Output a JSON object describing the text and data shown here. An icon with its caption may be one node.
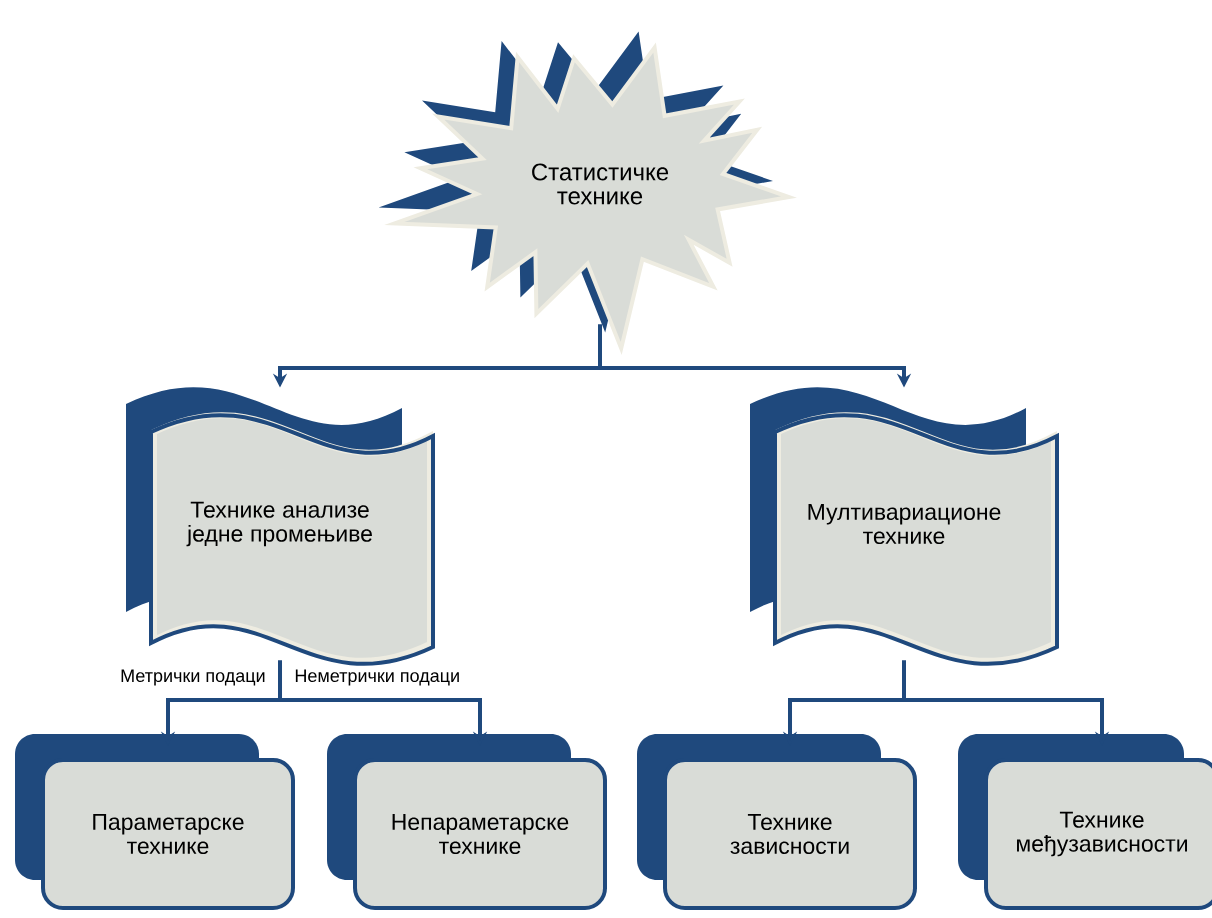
{
  "diagram": {
    "nodes": [
      {
        "text": [
          "Статистичке технике"
        ]
      },
      {
        "text": [
          "Технике анализе једне промењиве"
        ]
      },
      {
        "text": [
          "Мултивариационе технике"
        ]
      },
      {
        "text": [
          "Параметарске технике"
        ]
      },
      {
        "text": [
          "Непараметарске технике"
        ]
      },
      {
        "text": [
          "Технике зависности"
        ]
      },
      {
        "text": [
          "Технике међузависности"
        ]
      }
    ],
    "edges": [
      {
        "from": 0,
        "to": 1,
        "arrow": "to"
      },
      {
        "from": 0,
        "to": 2,
        "arrow": "to"
      },
      {
        "from": 1,
        "to": 3,
        "arrow": "to",
        "label": "Метрички подаци"
      },
      {
        "from": 1,
        "to": 4,
        "arrow": "to",
        "label": "Неметрички подаци"
      },
      {
        "from": 2,
        "to": 5,
        "arrow": "to"
      },
      {
        "from": 2,
        "to": 6,
        "arrow": "to"
      }
    ]
  }
}
